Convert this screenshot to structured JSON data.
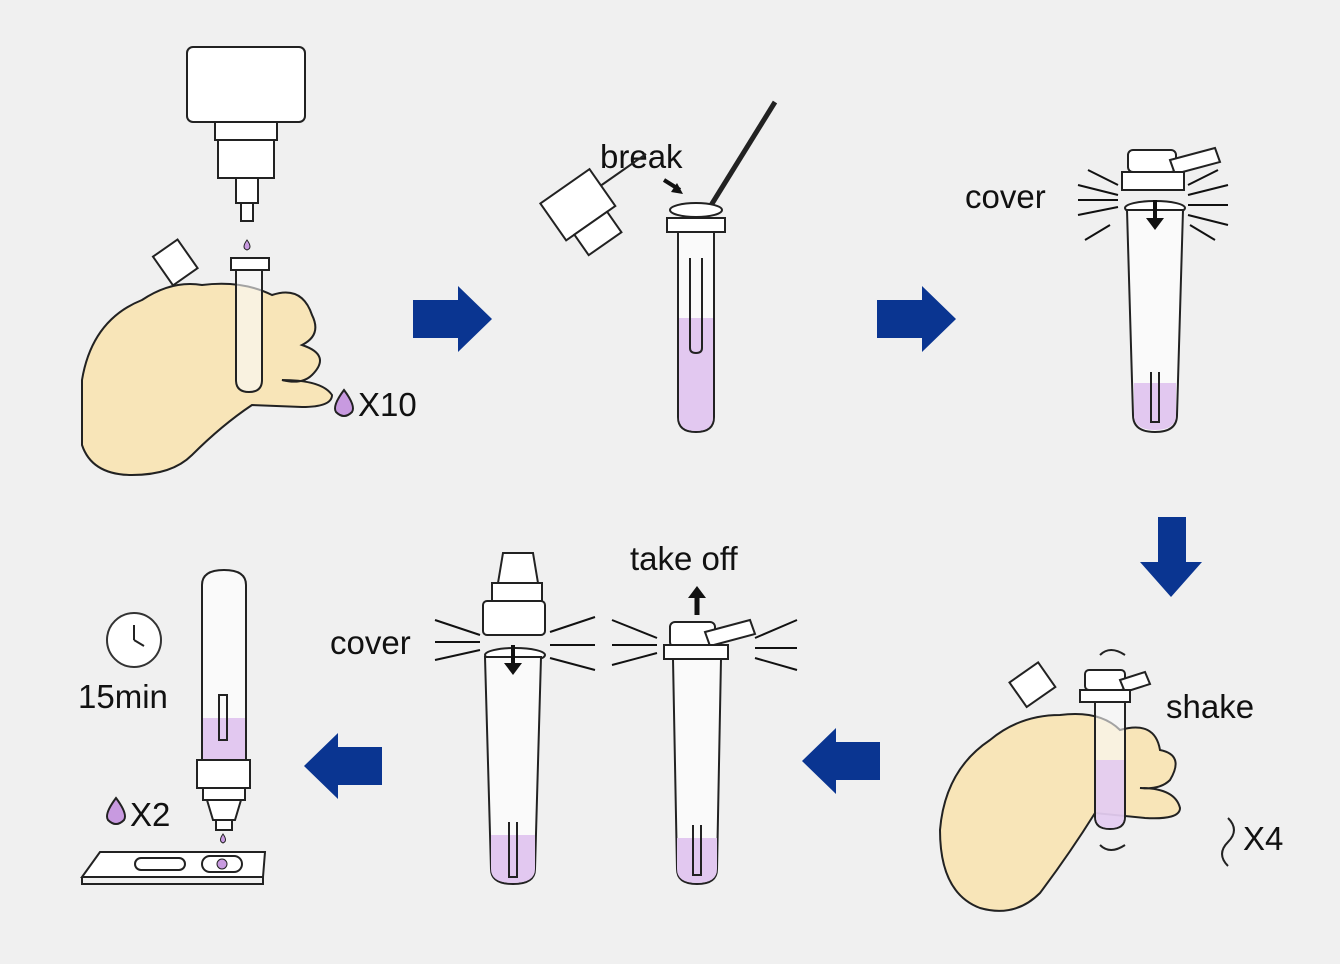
{
  "steps": {
    "step1": {
      "drops_label": "X10"
    },
    "step2": {
      "action_label": "break"
    },
    "step3": {
      "action_label": "cover"
    },
    "step4": {
      "action_label": "shake",
      "count_label": "X4"
    },
    "step5": {
      "action_label": "take off"
    },
    "step6": {
      "action_label": "cover"
    },
    "step7": {
      "time_label": "15min",
      "drops_label": "X2"
    }
  },
  "colors": {
    "arrow": "#0a3591",
    "liquid": "#e2c8f0",
    "hand": "#f8e5b8",
    "background": "#f0f0f0"
  }
}
